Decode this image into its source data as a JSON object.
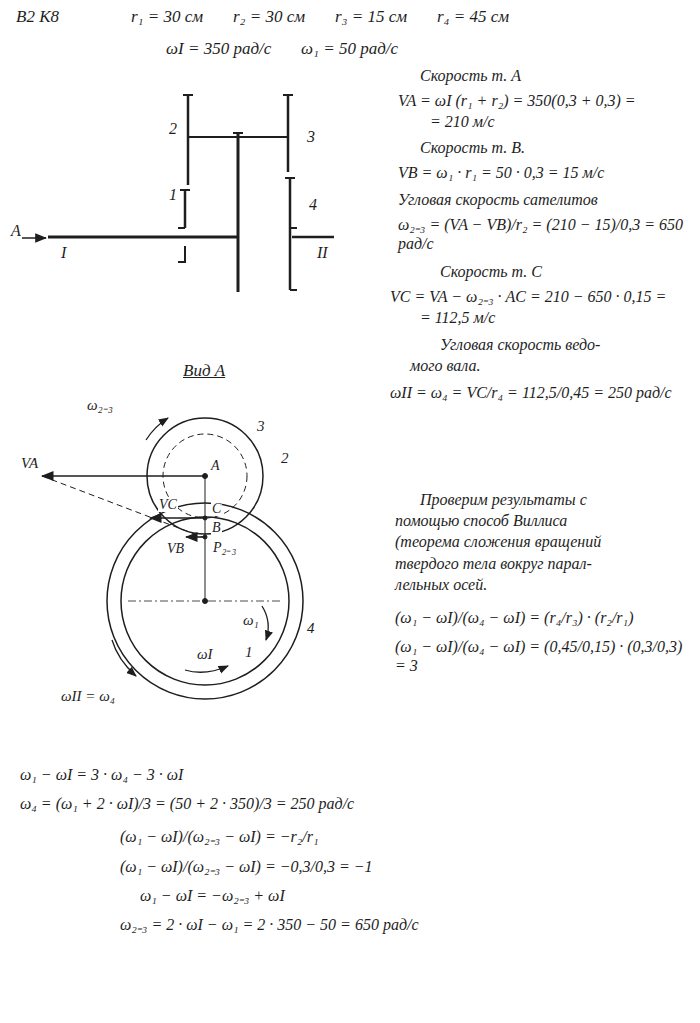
{
  "diagram": {
    "labels": [
      "В2 К8",
      "r₁ = 30 см",
      "r₂ = 30 см",
      "r₃ = 15 см",
      "r₄ = 45 см",
      "ωI = 350 рад/с",
      "ω₁ = 50 рад/с",
      "2",
      "3",
      "1",
      "4",
      "A",
      "I",
      "II",
      "Вид А",
      "ω₂₋₃",
      "3",
      "2",
      "VA",
      "A",
      "C",
      "VC",
      "B",
      "VB",
      "P₂₋₃",
      "ωI",
      "ω₁",
      "1",
      "4",
      "ωII = ω₄",
      "Скорость т. А",
      "VA = ωI (r₁ + r₂) = 350(0,3 + 0,3) =",
      "= 210 м/с",
      "Скорость т. В.",
      "VB = ω₁ · r₁ = 50 · 0,3 = 15 м/с",
      "Угловая скорость сателитов",
      "ω₂₋₃ = (VA − VB)/r₂ = (210 − 15)/0,3 = 650 рад/с",
      "Скорость т. С",
      "VC = VA − ω₂₋₃ · AC = 210 − 650 · 0,15 =",
      "= 112,5 м/с",
      "Угловая скорость ведо-",
      "мого вала.",
      "ωII = ω₄ = VC/r₄ = 112,5/0,45 = 250 рад/с",
      "Проверим результаты с",
      "помощью способ Виллиса",
      "(теорема сложения вращений",
      "твердого тела вокруг парал-",
      "лельных осей.",
      "(ω₁ − ωI)/(ω₄ − ωI) = (r₄/r₃) · (r₂/r₁)",
      "(ω₁ − ωI)/(ω₄ − ωI) = (0,45/0,15) · (0,3/0,3) = 3",
      "ω₁ − ωI = 3 · ω₄ − 3 · ωI",
      "ω₄ = (ω₁ + 2 · ωI)/3 = (50 + 2 · 350)/3 = 250 рад/с",
      "(ω₁ − ωI)/(ω₂₋₃ − ωI) = −r₂/r₁",
      "(ω₁ − ωI)/(ω₂₋₃ − ωI) = −0,3/0,3 = −1",
      "ω₁ − ωI = −ω₂₋₃ + ωI",
      "ω₂₋₃ = 2 · ωI − ω₁ = 2 · 350 − 50 = 650 рад/с"
    ]
  }
}
